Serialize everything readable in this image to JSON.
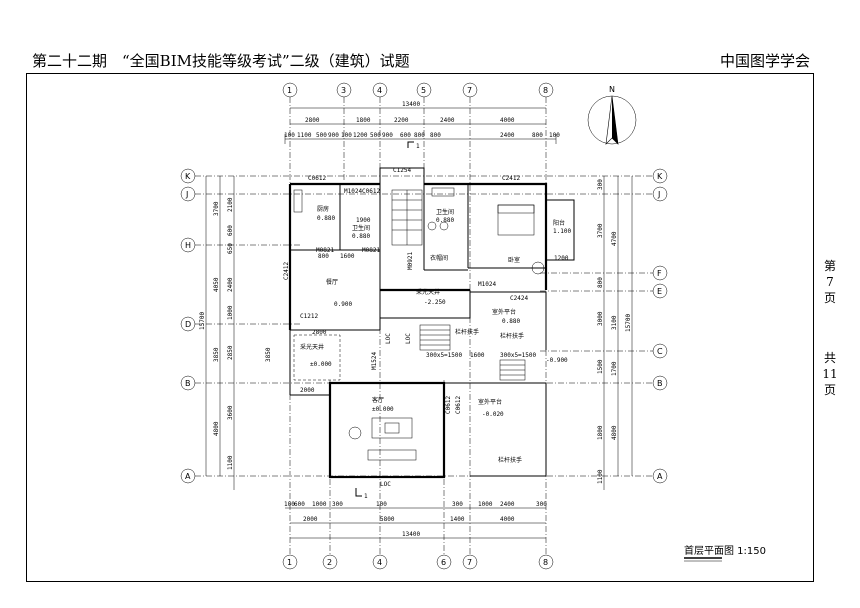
{
  "header": {
    "left": "第二十二期　“全国BIM技能等级考试”二级（建筑）试题",
    "right": "中国图学学会"
  },
  "sidebar": {
    "page_label": "第\n7\n页",
    "total_label": "共\n11\n页"
  },
  "north": "N",
  "drawing_title": "首层平面图 1:150",
  "axes": {
    "top": [
      "1",
      "3",
      "4",
      "5",
      "7",
      "8"
    ],
    "bottom": [
      "1",
      "2",
      "4",
      "6",
      "7",
      "8"
    ],
    "left": [
      "K",
      "J",
      "H",
      "D",
      "B",
      "A"
    ],
    "right": [
      "K",
      "J",
      "F",
      "E",
      "C",
      "B",
      "A"
    ]
  },
  "dims": {
    "top_total": "13400",
    "top_row1": [
      "2800",
      "1800",
      "2200",
      "2400",
      "4000"
    ],
    "top_row2": [
      "100",
      "1100",
      "500",
      "900",
      "100",
      "1200",
      "500",
      "900",
      "600",
      "800",
      "800",
      "2400",
      "800",
      "100"
    ],
    "bottom_row1": [
      "100",
      "600",
      "1000",
      "300",
      "100",
      "300",
      "1000",
      "2400",
      "300"
    ],
    "bottom_row2": [
      "2000",
      "5800",
      "1400",
      "4000"
    ],
    "bottom_total": "13400",
    "left_total": "15700",
    "left_outer": [
      "3700",
      "4050",
      "3850",
      "4800"
    ],
    "left_inner": [
      "2100",
      "600",
      "650",
      "2400",
      "1000",
      "2850",
      "3600",
      "1100"
    ],
    "right_total": "15700",
    "right_outer": [
      "4700",
      "3100",
      "1700",
      "4800"
    ],
    "right_inner": [
      "300",
      "3700",
      "800",
      "3000",
      "1500",
      "1800",
      "1100"
    ]
  },
  "rooms": [
    {
      "name": "厨房",
      "level": "0.880"
    },
    {
      "name": "卫生间",
      "level": "0.880"
    },
    {
      "name": "卫生间",
      "level": "0.880"
    },
    {
      "name": "卧室",
      "level": ""
    },
    {
      "name": "衣帽间",
      "level": ""
    },
    {
      "name": "阳台",
      "level": ""
    },
    {
      "name": "餐厅",
      "level": "0.900"
    },
    {
      "name": "采光天井",
      "level": "-2.250"
    },
    {
      "name": "室外平台",
      "level": "0.880"
    },
    {
      "name": "采光天井",
      "level": "±0.000"
    },
    {
      "name": "客厅",
      "level": "±0.000"
    },
    {
      "name": "室外平台",
      "level": "-0.020"
    }
  ],
  "labels": {
    "c1254": "C1254",
    "c0612a": "C0612",
    "c2412": "C2412",
    "m1024a": "M1024",
    "c0612b": "C0612",
    "m0821a": "M0821",
    "m0821b": "M0821",
    "m0921": "M0921",
    "m1024b": "M1024",
    "c2424": "C2424",
    "c1212": "C1212",
    "c2412b": "C2412",
    "m1524": "M1524",
    "c0612c": "C0612",
    "c0612d": "C0612",
    "lock1": "LOC",
    "lock2": "LOC",
    "lock3": "LOC",
    "lvl_neg900": "-0.900",
    "lvl_1100": "1.100",
    "dim1900": "1900",
    "dim1600": "1600",
    "dim800": "800",
    "dim1200": "1200",
    "dim2000": "2000",
    "dim2800": "2800",
    "dim3850": "3850",
    "dim300x5": "300x5=1500",
    "dim800b": "800",
    "dim1600b": "1600",
    "dim3000": "300x5=1500",
    "railing1": "栏杆扶手",
    "railing2": "栏杆扶手",
    "railing3": "栏杆扶手",
    "section_mark": "1"
  }
}
